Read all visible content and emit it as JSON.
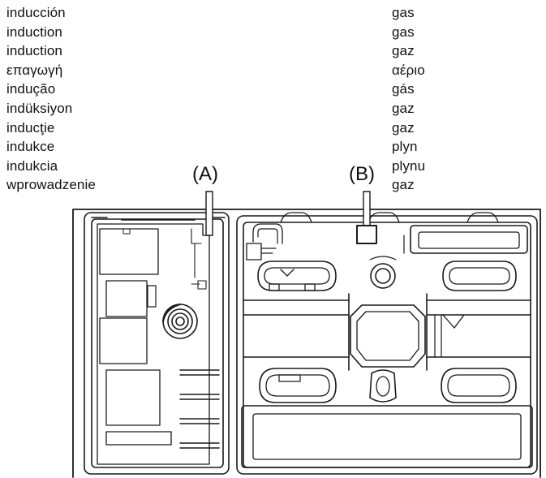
{
  "induction_labels": [
    "inducción",
    "induction",
    "induction",
    "επαγωγή",
    "indução",
    "indüksiyon",
    "inducţie",
    "indukce",
    "indukcia",
    "wprowadzenie"
  ],
  "gas_labels": [
    "gas",
    "gas",
    "gaz",
    "αέριο",
    "gás",
    "gaz",
    "gaz",
    "plyn",
    "plynu",
    "gaz"
  ],
  "callouts": {
    "a": "(A)",
    "b": "(B)"
  },
  "colors": {
    "line": "#1a1a1a",
    "background": "#ffffff"
  }
}
